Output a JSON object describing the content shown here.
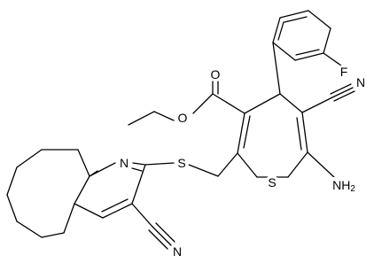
{
  "atoms": {
    "O_carbonyl": "O",
    "O_ester": "O",
    "F": "F",
    "N_nitrile_top": "N",
    "N_pyridine": "N",
    "S_thioether": "S",
    "S_ring": "S",
    "NH2_main": "NH",
    "NH2_sub": "2",
    "N_nitrile_bottom": "N"
  }
}
